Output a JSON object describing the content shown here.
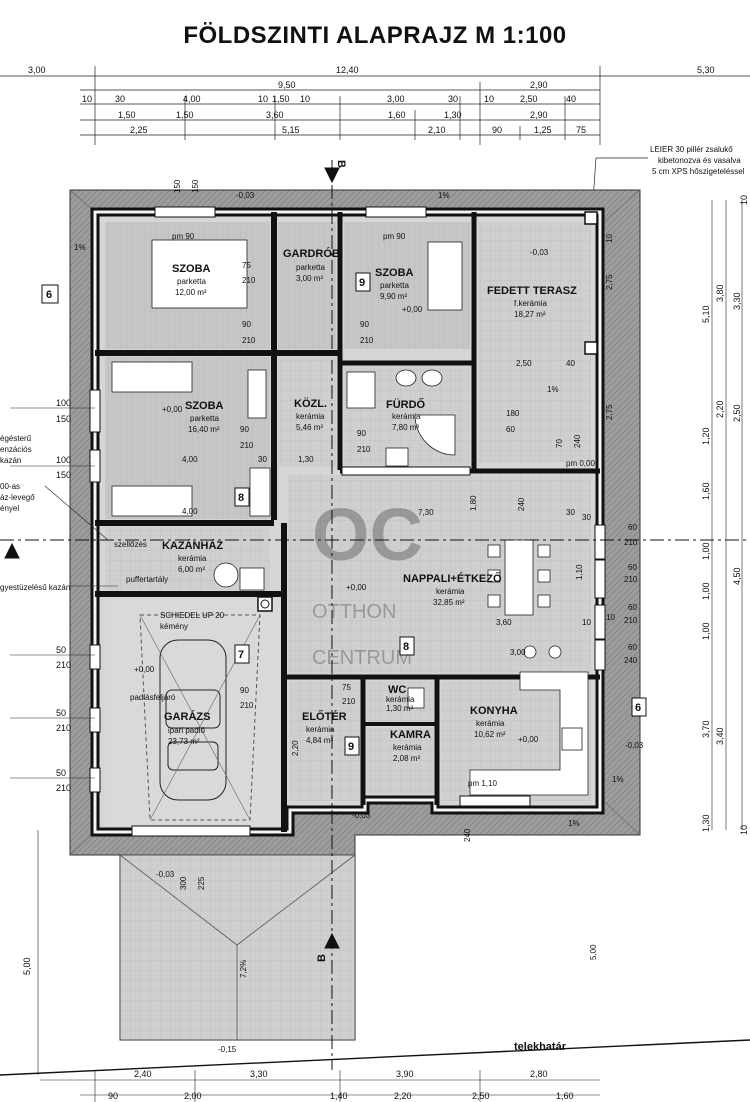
{
  "title": "FÖLDSZINTI ALAPRAJZ M 1:100",
  "dims_top": {
    "row1": [
      "3,00",
      "12,40",
      "5,30"
    ],
    "row2": [
      "9,50",
      "2,90"
    ],
    "row3": [
      "10",
      "30",
      "4,00",
      "10",
      "1,50",
      "10",
      "3,00",
      "30",
      "10",
      "2,50",
      "40"
    ],
    "row4": [
      "1,50",
      "1,50",
      "3,60",
      "1,60",
      "1,30",
      "2,90"
    ],
    "row5": [
      "2,25",
      "5,15",
      "2,10",
      "90",
      "1,25",
      "75"
    ]
  },
  "dims_bottom": {
    "row1": [
      "2,40",
      "3,30",
      "3,90",
      "2,80"
    ],
    "row2": [
      "90",
      "2,00",
      "1,40",
      "2,20",
      "2,50",
      "1,60"
    ]
  },
  "dims_right": [
    "10",
    "3,80",
    "3,30",
    "2,50",
    "1,20",
    "1,60",
    "1,00",
    "1,00",
    "4,50",
    "1,00",
    "3,70",
    "3,40",
    "1,30",
    "10"
  ],
  "dims_right_outer": [
    "5,10",
    "2,20"
  ],
  "dims_left": [
    "100",
    "150",
    "100",
    "150",
    "50",
    "210",
    "50",
    "210",
    "50",
    "210"
  ],
  "dims_left_vertical": "5,00",
  "note_pillar": [
    "LEIER 30 pillér zsalukő",
    "kibetonozva és vasalva",
    "5 cm XPS hőszigeteléssel"
  ],
  "note_left": [
    "égésterű",
    "enzációs",
    "kazán",
    "00-as",
    "áz-levegő",
    "ényel"
  ],
  "note_left_kazan": "gyestüzelésű kazán",
  "rooms": [
    {
      "name": "SZOBA",
      "finish": "parketta",
      "area": "12,00 m²"
    },
    {
      "name": "GARDRÓB",
      "finish": "parketta",
      "area": "3,00 m²"
    },
    {
      "name": "SZOBA",
      "finish": "parketta",
      "area": "9,90 m²"
    },
    {
      "name": "FEDETT TERASZ",
      "finish": "f.kerámia",
      "area": "18,27 m²"
    },
    {
      "name": "SZOBA",
      "finish": "parketta",
      "area": "16,40 m²"
    },
    {
      "name": "KÖZL.",
      "finish": "kerámia",
      "area": "5,46 m²"
    },
    {
      "name": "FÜRDŐ",
      "finish": "kerámia",
      "area": "7,80 m²"
    },
    {
      "name": "KAZÁNHÁZ",
      "finish": "kerámia",
      "area": "6,00 m²"
    },
    {
      "name": "NAPPALI+ÉTKEZŐ",
      "finish": "kerámia",
      "area": "32,85 m²"
    },
    {
      "name": "GARÁZS",
      "finish": "ipari padló",
      "area": "23,73 m²"
    },
    {
      "name": "WC",
      "finish": "kerámia",
      "area": "1,30 m²"
    },
    {
      "name": "ELŐTÉR",
      "finish": "kerámia",
      "area": "4,84 m²"
    },
    {
      "name": "KAMRA",
      "finish": "kerámia",
      "area": "2,08 m²"
    },
    {
      "name": "KONYHA",
      "finish": "kerámia",
      "area": "10,62 m²"
    }
  ],
  "labels": {
    "pm90a": "pm 90",
    "pm90b": "pm 90",
    "pm000": "pm 0,00",
    "pm110": "pm 1,10",
    "level0": "+0,00",
    "level_m003": "-0,03",
    "level_m015": "-0,15",
    "slope1": "1%",
    "slope72": "7,2%",
    "section": "B",
    "puffer": "puffertartály",
    "szelloz": "szellőzés",
    "chimney": [
      "SCHIEDEL UP 20",
      "kémény"
    ],
    "padlas": "padlásfeljáró",
    "telek": "telekhatár",
    "door_nums": [
      "6",
      "9",
      "8",
      "7",
      "8",
      "9",
      "6"
    ],
    "inner": [
      "75",
      "210",
      "90",
      "210",
      "90",
      "210",
      "90",
      "210",
      "90",
      "210",
      "4,00",
      "4,00",
      "1,30",
      "30",
      "7,30",
      "30",
      "10",
      "1,80",
      "240",
      "3,60",
      "3,00",
      "90",
      "210",
      "75",
      "210",
      "240",
      "300",
      "225",
      "5,00",
      "180",
      "60",
      "70",
      "240",
      "2,75",
      "2,75",
      "2,50",
      "40",
      "10",
      "150",
      "150",
      "2,20",
      "1,10",
      "10",
      "30",
      "60",
      "210",
      "60",
      "210",
      "60",
      "210",
      "60",
      "240"
    ]
  }
}
